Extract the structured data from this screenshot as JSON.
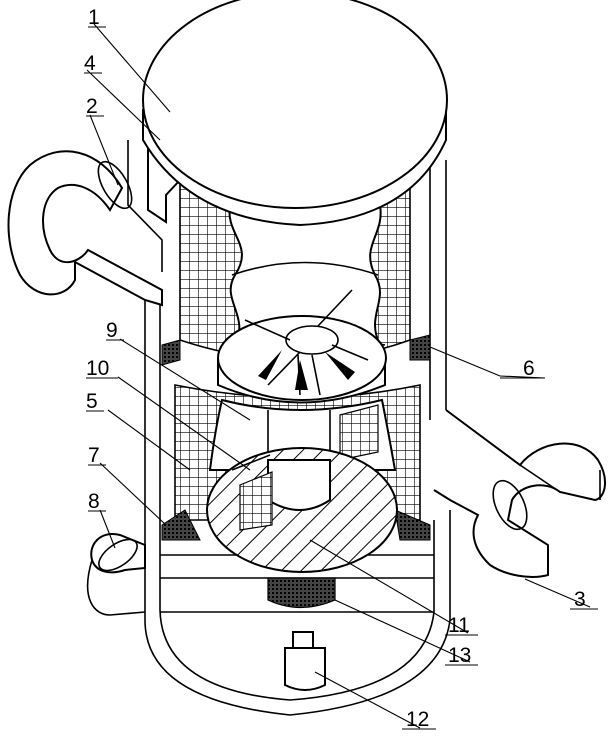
{
  "labels": {
    "l1": "1",
    "l2": "2",
    "l3": "3",
    "l4": "4",
    "l5": "5",
    "l6": "6",
    "l7": "7",
    "l8": "8",
    "l9": "9",
    "l10": "10",
    "l11": "11",
    "l12": "12",
    "l13": "13"
  },
  "colors": {
    "line": "#000000",
    "background": "#ffffff"
  }
}
